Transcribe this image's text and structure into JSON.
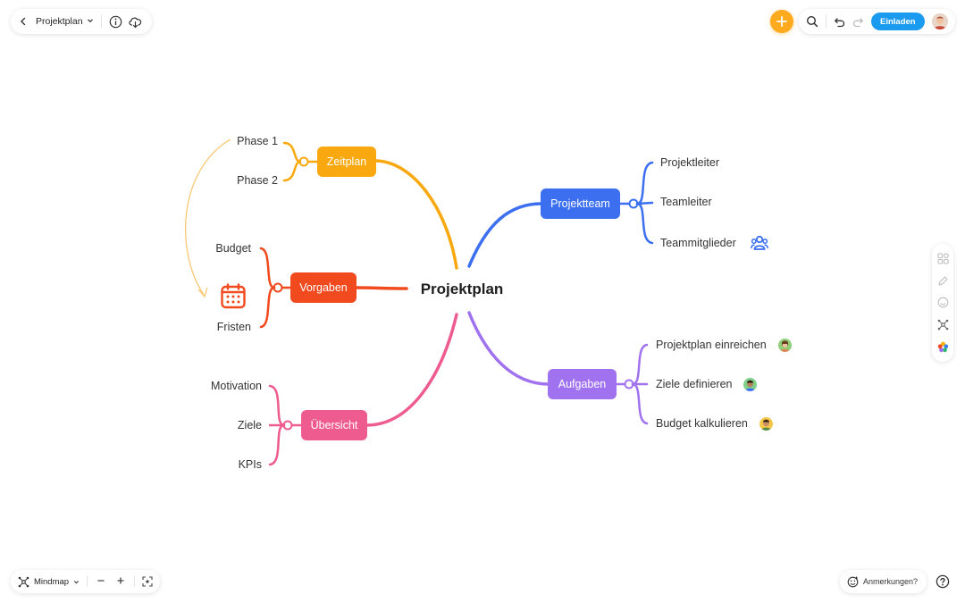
{
  "toolbar": {
    "doc_title": "Projektplan",
    "invite_label": "Einladen"
  },
  "map": {
    "center": "Projektplan",
    "branches": {
      "zeitplan": {
        "label": "Zeitplan",
        "color": "#f9a90f",
        "children": [
          "Phase 1",
          "Phase 2"
        ]
      },
      "vorgaben": {
        "label": "Vorgaben",
        "color": "#f04a1e",
        "children": [
          "Budget",
          "Fristen"
        ]
      },
      "uebersicht": {
        "label": "Übersicht",
        "color": "#ee5b8e",
        "children": [
          "Motivation",
          "Ziele",
          "KPIs"
        ]
      },
      "projektteam": {
        "label": "Projektteam",
        "color": "#3b6ff0",
        "children": [
          "Projektleiter",
          "Teamleiter",
          "Teammitglieder"
        ]
      },
      "aufgaben": {
        "label": "Aufgaben",
        "color": "#a072ef",
        "children": [
          "Projektplan einreichen",
          "Ziele definieren",
          "Budget kalkulieren"
        ]
      }
    }
  },
  "bottom": {
    "view_mode": "Mindmap",
    "comments_label": "Anmerkungen?"
  },
  "colors": {
    "accent": "#ffaa1f",
    "invite": "#1a9bf0"
  }
}
